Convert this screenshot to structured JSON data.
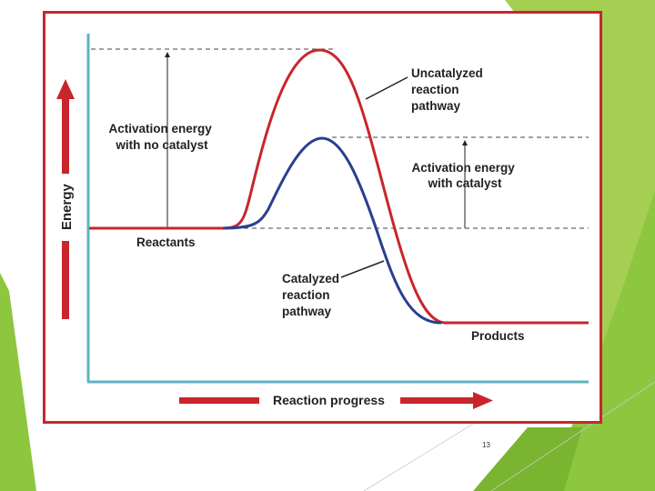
{
  "diagram": {
    "axis_y_label": "Energy",
    "axis_x_label": "Reaction progress",
    "labels": {
      "uncatalyzed": [
        "Uncatalyzed",
        "reaction",
        "pathway"
      ],
      "catalyzed": [
        "Catalyzed",
        "reaction",
        "pathway"
      ],
      "activation_no_catalyst": [
        "Activation energy",
        "with no catalyst"
      ],
      "activation_with_catalyst": [
        "Activation energy",
        "with catalyst"
      ],
      "reactants": "Reactants",
      "products": "Products"
    }
  },
  "colors": {
    "uncatalyzed_curve": "#c8262c",
    "catalyzed_curve": "#2a3f8f",
    "axis": "#5fb3c0",
    "frame": "#c8262c",
    "accent_green": "#8dc63f"
  },
  "slide": {
    "page_number": "13"
  }
}
